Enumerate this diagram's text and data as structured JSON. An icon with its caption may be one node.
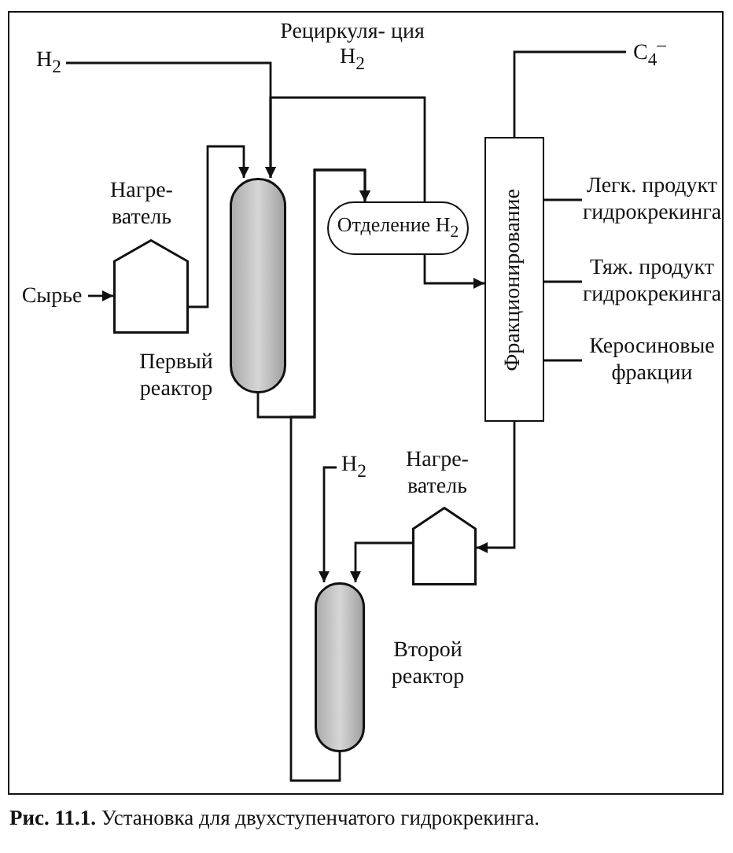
{
  "diagram": {
    "caption": "**Рис. 11.1.** Установка для двухступенчатого гидрокрекинга.",
    "nodes": [
      {
        "text": [
          "H$_{2}$"
        ]
      },
      {
        "text": [
          "C$_{4}$$^{–}$"
        ]
      },
      {
        "text": [
          "Нагре- ватель"
        ]
      },
      {
        "text": [
          "Сырье"
        ]
      },
      {
        "text": [
          "Первый реактор"
        ]
      },
      {
        "text": [
          "Отделение H$_{2}$"
        ]
      },
      {
        "text": [
          "Фракционирование"
        ]
      },
      {
        "text": [
          "Легк. продукт гидрокрекинга"
        ]
      },
      {
        "text": [
          "Тяж. продукт гидрокрекинга"
        ]
      },
      {
        "text": [
          "Керосиновые фракции"
        ]
      },
      {
        "text": [
          "H$_{2}$"
        ]
      },
      {
        "text": [
          "Нагре- ватель"
        ]
      },
      {
        "text": [
          "Второй реактор"
        ]
      }
    ],
    "edges": [
      {
        "from": 0,
        "to": 4,
        "arrow": "to"
      },
      {
        "from": 5,
        "to": 4,
        "arrow": "to",
        "label": "Рециркуля- ция H$_{2}$"
      },
      {
        "from": 3,
        "to": 2,
        "arrow": "to"
      },
      {
        "from": 2,
        "to": 4,
        "arrow": "to"
      },
      {
        "from": 4,
        "to": 5,
        "arrow": "to"
      },
      {
        "from": 5,
        "to": 6,
        "arrow": "to"
      },
      {
        "from": 6,
        "to": 1,
        "arrow": "none"
      },
      {
        "from": 6,
        "to": 7,
        "arrow": "none"
      },
      {
        "from": 6,
        "to": 8,
        "arrow": "none"
      },
      {
        "from": 6,
        "to": 9,
        "arrow": "none"
      },
      {
        "from": 6,
        "to": 11,
        "arrow": "to"
      },
      {
        "from": 10,
        "to": 12,
        "arrow": "to"
      },
      {
        "from": 11,
        "to": 12,
        "arrow": "to"
      },
      {
        "from": 12,
        "to": 5,
        "arrow": "to"
      }
    ]
  }
}
